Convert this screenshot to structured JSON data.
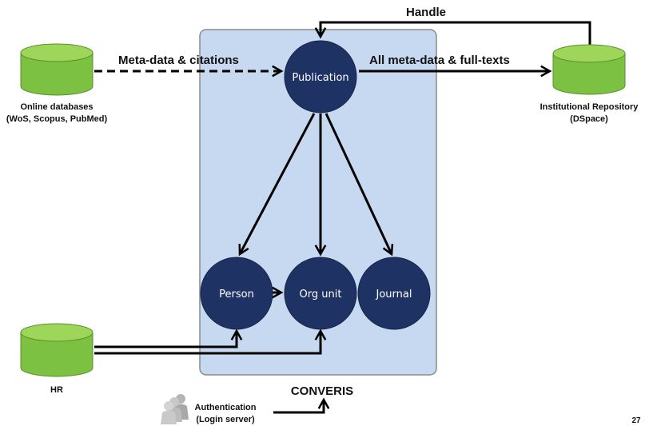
{
  "system_label": "CONVERIS",
  "page_number": "27",
  "colors": {
    "container_fill": "#c6d9f1",
    "container_stroke": "#8a8a8a",
    "node_fill": "#1f3264",
    "database_fill": "#7dc142",
    "database_top": "#9ed65c",
    "database_stroke": "#5a8f2c"
  },
  "nodes": {
    "publication": "Publication",
    "person": "Person",
    "org_unit": "Org unit",
    "journal": "Journal"
  },
  "databases": {
    "online": {
      "line1": "Online databases",
      "line2": "(WoS, Scopus, PubMed)"
    },
    "repository": {
      "line1": "Institutional Repository",
      "line2": "(DSpace)"
    },
    "hr": {
      "line1": "HR"
    }
  },
  "auth": {
    "line1": "Authentication",
    "line2": "(Login server)",
    "icon": "users-icon"
  },
  "edges": {
    "metadata_citations": "Meta-data & citations",
    "all_metadata": "All meta-data & full-texts",
    "handle": "Handle"
  }
}
